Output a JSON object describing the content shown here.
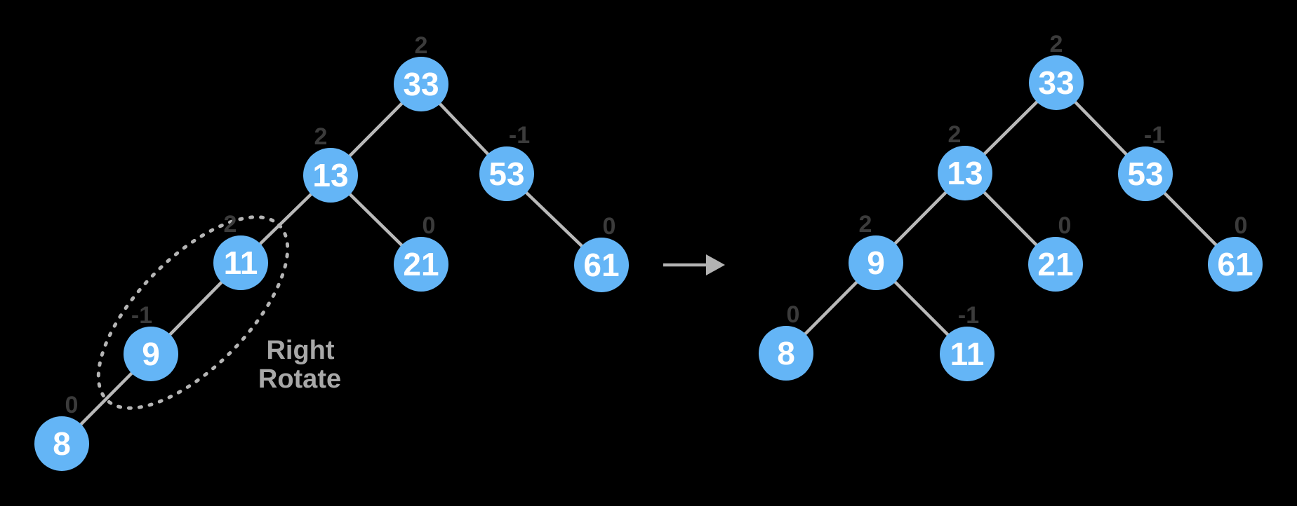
{
  "colors": {
    "background": "#000000",
    "node_fill": "#64b5f6",
    "node_text": "#ffffff",
    "edge": "#b9b9b9",
    "balance_text": "#3b3b3b",
    "highlight_outline": "#b5b5b5",
    "annotation_text": "#a8a8a8",
    "arrow": "#b3b3b3"
  },
  "annotation": {
    "line1": "Right",
    "line2": "Rotate"
  },
  "left_tree": {
    "nodes": [
      {
        "value": "33",
        "balance": "2"
      },
      {
        "value": "13",
        "balance": "2"
      },
      {
        "value": "53",
        "balance": "-1"
      },
      {
        "value": "11",
        "balance": "2"
      },
      {
        "value": "21",
        "balance": "0"
      },
      {
        "value": "61",
        "balance": "0"
      },
      {
        "value": "9",
        "balance": "-1"
      },
      {
        "value": "8",
        "balance": "0"
      }
    ],
    "edges": [
      [
        "33",
        "13"
      ],
      [
        "33",
        "53"
      ],
      [
        "13",
        "11"
      ],
      [
        "13",
        "21"
      ],
      [
        "53",
        "61"
      ],
      [
        "11",
        "9"
      ],
      [
        "9",
        "8"
      ]
    ],
    "highlighted_nodes": [
      "11",
      "9"
    ]
  },
  "right_tree": {
    "nodes": [
      {
        "value": "33",
        "balance": "2"
      },
      {
        "value": "13",
        "balance": "2"
      },
      {
        "value": "53",
        "balance": "-1"
      },
      {
        "value": "9",
        "balance": "2"
      },
      {
        "value": "21",
        "balance": "0"
      },
      {
        "value": "61",
        "balance": "0"
      },
      {
        "value": "8",
        "balance": "0"
      },
      {
        "value": "11",
        "balance": "-1"
      }
    ],
    "edges": [
      [
        "33",
        "13"
      ],
      [
        "33",
        "53"
      ],
      [
        "13",
        "9"
      ],
      [
        "13",
        "21"
      ],
      [
        "53",
        "61"
      ],
      [
        "9",
        "8"
      ],
      [
        "9",
        "11"
      ]
    ]
  }
}
